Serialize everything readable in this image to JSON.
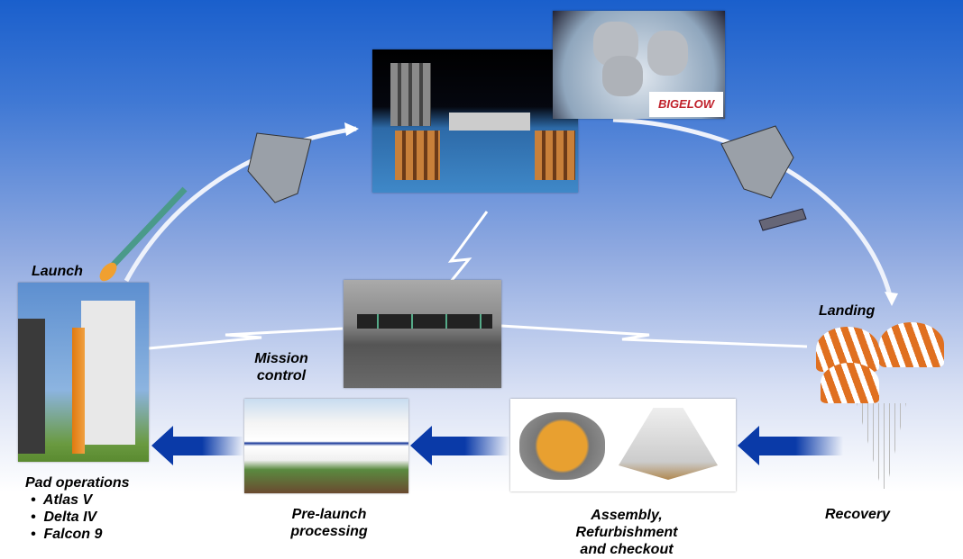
{
  "labels": {
    "launch": "Launch",
    "mission_control_1": "Mission",
    "mission_control_2": "control",
    "landing": "Landing",
    "pad_operations": "Pad operations",
    "vehicles": [
      "Atlas V",
      "Delta IV",
      "Falcon 9"
    ],
    "prelaunch_1": "Pre-launch",
    "prelaunch_2": "processing",
    "assembly_1": "Assembly,",
    "assembly_2": "Refurbishment",
    "assembly_3": "and checkout",
    "recovery": "Recovery"
  },
  "logos": {
    "bigelow": "BIGELOW"
  },
  "colors": {
    "arrow_blue": "#0a3aa8",
    "bg_top": "#1a5fcc"
  }
}
